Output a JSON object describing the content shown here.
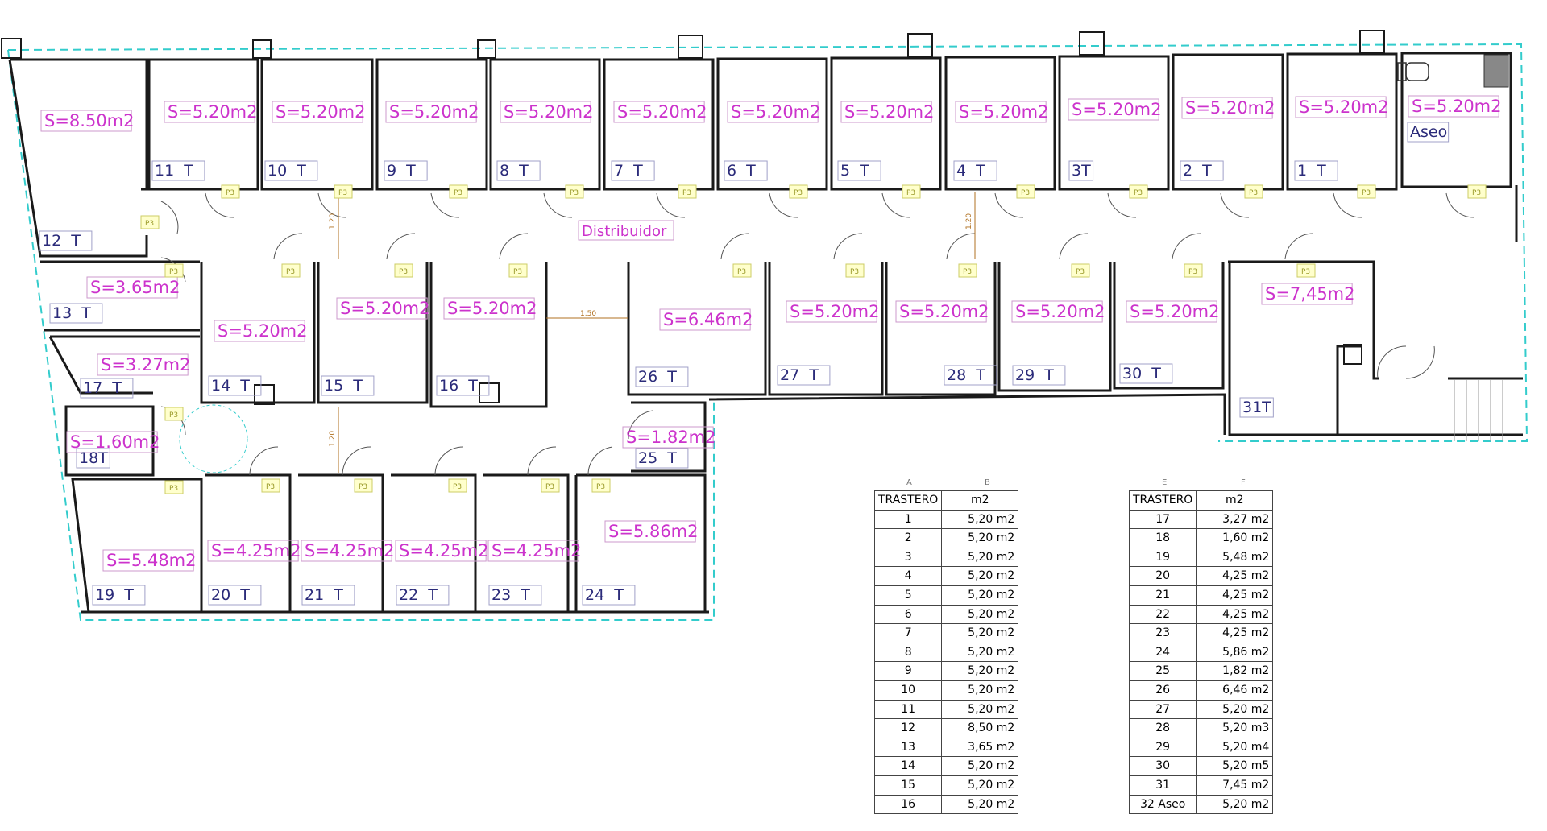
{
  "plan": {
    "rooms": [
      {
        "id": "r1",
        "label": "1  T",
        "area": "S=5.20m2"
      },
      {
        "id": "r2",
        "label": "2  T",
        "area": "S=5.20m2"
      },
      {
        "id": "r3",
        "label": "3T",
        "area": "S=5.20m2"
      },
      {
        "id": "r4",
        "label": "4  T",
        "area": "S=5.20m2"
      },
      {
        "id": "r5",
        "label": "5  T",
        "area": "S=5.20m2"
      },
      {
        "id": "r6",
        "label": "6  T",
        "area": "S=5.20m2"
      },
      {
        "id": "r7",
        "label": "7  T",
        "area": "S=5.20m2"
      },
      {
        "id": "r8",
        "label": "8  T",
        "area": "S=5.20m2"
      },
      {
        "id": "r9",
        "label": "9  T",
        "area": "S=5.20m2"
      },
      {
        "id": "r10",
        "label": "10  T",
        "area": "S=5.20m2"
      },
      {
        "id": "r11",
        "label": "11  T",
        "area": "S=5.20m2"
      },
      {
        "id": "r12",
        "label": "12  T",
        "area": "S=8.50m2"
      },
      {
        "id": "r13",
        "label": "13  T",
        "area": "S=3.65m2"
      },
      {
        "id": "r14",
        "label": "14  T",
        "area": "S=5.20m2"
      },
      {
        "id": "r15",
        "label": "15  T",
        "area": "S=5.20m2"
      },
      {
        "id": "r16",
        "label": "16  T",
        "area": "S=5.20m2"
      },
      {
        "id": "r17",
        "label": "17  T",
        "area": "S=3.27m2"
      },
      {
        "id": "r18",
        "label": "18T",
        "area": "S=1.60m2"
      },
      {
        "id": "r19",
        "label": "19  T",
        "area": "S=5.48m2"
      },
      {
        "id": "r20",
        "label": "20  T",
        "area": "S=4.25m2"
      },
      {
        "id": "r21",
        "label": "21  T",
        "area": "S=4.25m2"
      },
      {
        "id": "r22",
        "label": "22  T",
        "area": "S=4.25m2"
      },
      {
        "id": "r23",
        "label": "23  T",
        "area": "S=4.25m2"
      },
      {
        "id": "r24",
        "label": "24  T",
        "area": "S=5.86m2"
      },
      {
        "id": "r25",
        "label": "25  T",
        "area": "S=1.82m2"
      },
      {
        "id": "r26",
        "label": "26  T",
        "area": "S=6.46m2"
      },
      {
        "id": "r27",
        "label": "27  T",
        "area": "S=5.20m2"
      },
      {
        "id": "r28",
        "label": "28  T",
        "area": "S=5.20m2"
      },
      {
        "id": "r29",
        "label": "29  T",
        "area": "S=5.20m2"
      },
      {
        "id": "r30",
        "label": "30  T",
        "area": "S=5.20m2"
      },
      {
        "id": "r31",
        "label": "31T",
        "area": "S=7,45m2"
      },
      {
        "id": "aseo",
        "label": "Aseo",
        "area": "S=5.20m2"
      }
    ],
    "corridor_label": "Distribuidor",
    "door_tag": "P3",
    "dimensions": [
      "1.20",
      "1.50",
      "1.20",
      "1.20"
    ],
    "colors": {
      "wall": "#1a1a1a",
      "outline": "#33cccc",
      "area_text": "#cc33cc",
      "room_text": "#2b2b7a"
    }
  },
  "table_left": {
    "col_letters": [
      "A",
      "B"
    ],
    "headers": [
      "TRASTERO",
      "m2"
    ],
    "rows": [
      [
        "1",
        "5,20 m2"
      ],
      [
        "2",
        "5,20 m2"
      ],
      [
        "3",
        "5,20 m2"
      ],
      [
        "4",
        "5,20 m2"
      ],
      [
        "5",
        "5,20 m2"
      ],
      [
        "6",
        "5,20 m2"
      ],
      [
        "7",
        "5,20 m2"
      ],
      [
        "8",
        "5,20 m2"
      ],
      [
        "9",
        "5,20 m2"
      ],
      [
        "10",
        "5,20 m2"
      ],
      [
        "11",
        "5,20 m2"
      ],
      [
        "12",
        "8,50 m2"
      ],
      [
        "13",
        "3,65 m2"
      ],
      [
        "14",
        "5,20 m2"
      ],
      [
        "15",
        "5,20 m2"
      ],
      [
        "16",
        "5,20 m2"
      ]
    ]
  },
  "table_right": {
    "col_letters": [
      "E",
      "F"
    ],
    "headers": [
      "TRASTERO",
      "m2"
    ],
    "rows": [
      [
        "17",
        "3,27 m2"
      ],
      [
        "18",
        "1,60 m2"
      ],
      [
        "19",
        "5,48 m2"
      ],
      [
        "20",
        "4,25 m2"
      ],
      [
        "21",
        "4,25 m2"
      ],
      [
        "22",
        "4,25 m2"
      ],
      [
        "23",
        "4,25 m2"
      ],
      [
        "24",
        "5,86 m2"
      ],
      [
        "25",
        "1,82 m2"
      ],
      [
        "26",
        "6,46 m2"
      ],
      [
        "27",
        "5,20 m2"
      ],
      [
        "28",
        "5,20 m3"
      ],
      [
        "29",
        "5,20 m4"
      ],
      [
        "30",
        "5,20 m5"
      ],
      [
        "31",
        "7,45 m2"
      ],
      [
        "32 Aseo",
        "5,20 m2"
      ]
    ]
  }
}
